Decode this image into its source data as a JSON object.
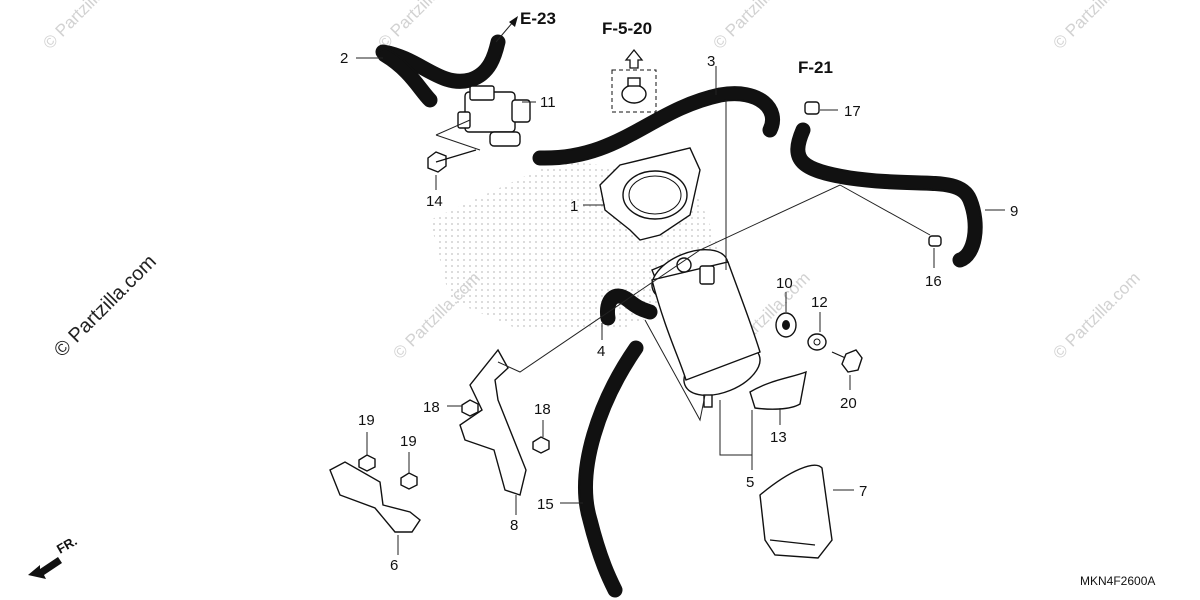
{
  "watermark": {
    "corner_text": "© Partzilla.com",
    "side_text": "© Partzilla.com"
  },
  "references": {
    "e23": "E-23",
    "f520": "F-5-20",
    "f21": "F-21"
  },
  "parts": {
    "p1": "1",
    "p2": "2",
    "p3": "3",
    "p4": "4",
    "p5": "5",
    "p6": "6",
    "p7": "7",
    "p8": "8",
    "p9": "9",
    "p10": "10",
    "p11": "11",
    "p12": "12",
    "p13": "13",
    "p14": "14",
    "p15": "15",
    "p16": "16",
    "p17": "17",
    "p18a": "18",
    "p18b": "18",
    "p19a": "19",
    "p19b": "19",
    "p20": "20"
  },
  "direction": {
    "front_label": "FR."
  },
  "diagram_code": "MKN4F2600A"
}
